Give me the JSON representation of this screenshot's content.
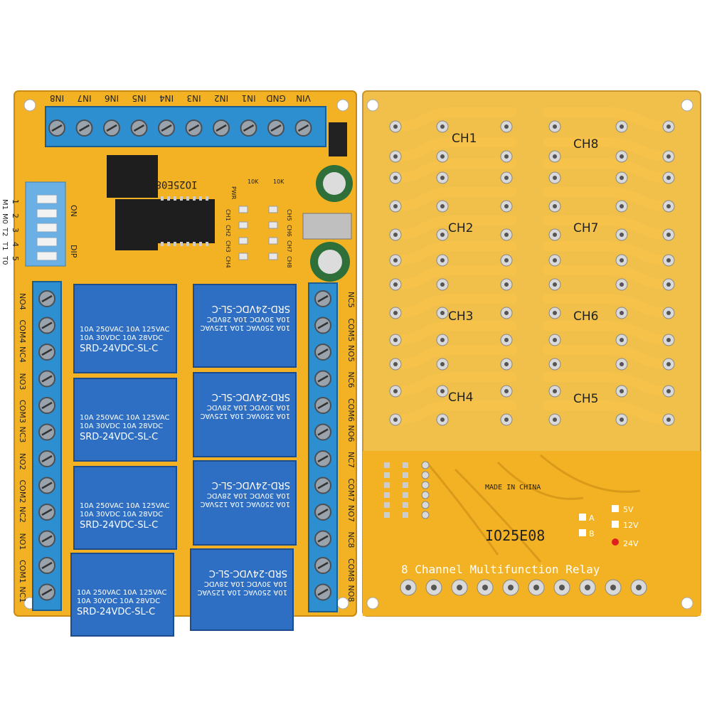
{
  "front_board": {
    "input_terminals": [
      "IN8",
      "IN7",
      "IN6",
      "IN5",
      "IN4",
      "IN3",
      "IN2",
      "IN1",
      "GND",
      "VIN"
    ],
    "model_label": "IO25E08",
    "dip_label": "DIP",
    "dip_on_label": "ON",
    "dip_numbers": [
      "1",
      "2",
      "3",
      "4",
      "5"
    ],
    "dip_functions": [
      "M1",
      "M0",
      "T2",
      "T1",
      "T0"
    ],
    "channel_leds": [
      "CH1",
      "CH2",
      "CH3",
      "CH4"
    ],
    "channel_leds_right": [
      "CH5",
      "CH6",
      "CH7",
      "CH8"
    ],
    "pwr_label": "PWR",
    "resistor_labels": [
      "10K",
      "10K"
    ],
    "left_terminal_labels": [
      "NO4",
      "COM4",
      "NC4",
      "NO3",
      "COM3",
      "NC3",
      "NO2",
      "COM2",
      "NC2",
      "NO1",
      "COM1",
      "NC1"
    ],
    "right_terminal_labels": [
      "NC5",
      "COM5",
      "NO5",
      "NC6",
      "COM6",
      "NO6",
      "NC7",
      "COM7",
      "NO7",
      "NC8",
      "COM8",
      "NO8"
    ],
    "relay_text": {
      "line1": "10A 250VAC  10A 125VAC",
      "line2": "10A  30VDC  10A  28VDC",
      "model": "SRD-24VDC-SL-C"
    }
  },
  "back_board": {
    "channels_left": [
      "CH1",
      "CH2",
      "CH3",
      "CH4"
    ],
    "channels_right": [
      "CH8",
      "CH7",
      "CH6",
      "CH5"
    ],
    "made_in": "MADE IN CHINA",
    "model_label": "IO25E08",
    "jumper_labels": [
      "A",
      "B"
    ],
    "voltage_options": [
      "5V",
      "12V",
      "24V"
    ],
    "title": "8 Channel Multifunction Relay"
  },
  "colors": {
    "pcb": "#f2b223",
    "trace": "#f7c24a",
    "terminal": "#2d8fd0",
    "relay": "#2f6fc3",
    "pad": "#c9c9c9"
  }
}
